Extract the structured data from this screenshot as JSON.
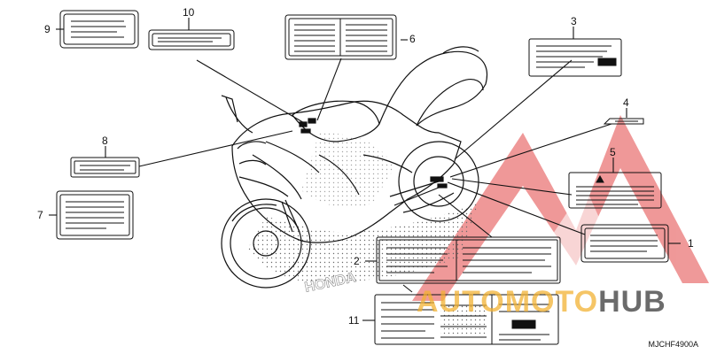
{
  "diagram": {
    "callouts": [
      {
        "id": "1",
        "text": "1"
      },
      {
        "id": "2",
        "text": "2"
      },
      {
        "id": "3",
        "text": "3"
      },
      {
        "id": "4",
        "text": "4"
      },
      {
        "id": "5",
        "text": "5"
      },
      {
        "id": "6",
        "text": "6"
      },
      {
        "id": "7",
        "text": "7"
      },
      {
        "id": "8",
        "text": "8"
      },
      {
        "id": "9",
        "text": "9"
      },
      {
        "id": "10",
        "text": "10"
      },
      {
        "id": "11",
        "text": "11"
      }
    ],
    "diagram_code": "MJCHF4900A",
    "bike_brand_text": "HONDA"
  },
  "watermark": {
    "part1": "AUTOMOTO",
    "part2": "HUB",
    "colors": {
      "accent": "#f2b233",
      "dark": "#3a3a3a",
      "triangle": "#e24545"
    }
  },
  "colors": {
    "ink": "#111111",
    "background": "#ffffff"
  }
}
